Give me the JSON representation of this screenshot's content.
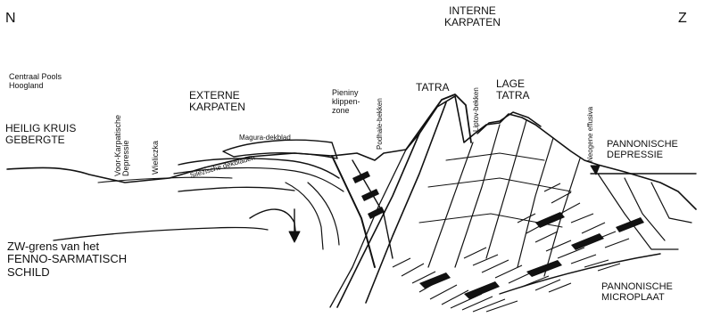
{
  "compass": {
    "north": "N",
    "south": "Z"
  },
  "labels": {
    "centraal_pools": "Centraal Pools\nHoogland",
    "heilig_kruis": "HEILIG KRUIS\nGEBERGTE",
    "voor_karpatische": "Voor-Karpatische\nDepressie",
    "wieliczka": "Wieliczka",
    "externe_karpaten": "EXTERNE\nKARPATEN",
    "magura": "Magura-dekblad",
    "silezische": "Silezische dekbladen",
    "pieniny": "Pieniny\nklippen-\nzone",
    "podhale": "Podhale-bekken",
    "tatra": "TATRA",
    "interne_karpaten": "INTERNE\nKARPATEN",
    "liptov": "Liptov-bekken",
    "lage_tatra": "LAGE\nTATRA",
    "neogene": "Neogene effusiva",
    "pannonische_depressie": "PANNONISCHE\nDEPRESSIE",
    "zw_grens": "ZW-grens van het\nFENNO-SARMATISCH\nSCHILD",
    "pannonische_microplaat": "PANNONISCHE\nMICROPLAAT"
  },
  "colors": {
    "ink": "#111111",
    "background": "#ffffff"
  }
}
